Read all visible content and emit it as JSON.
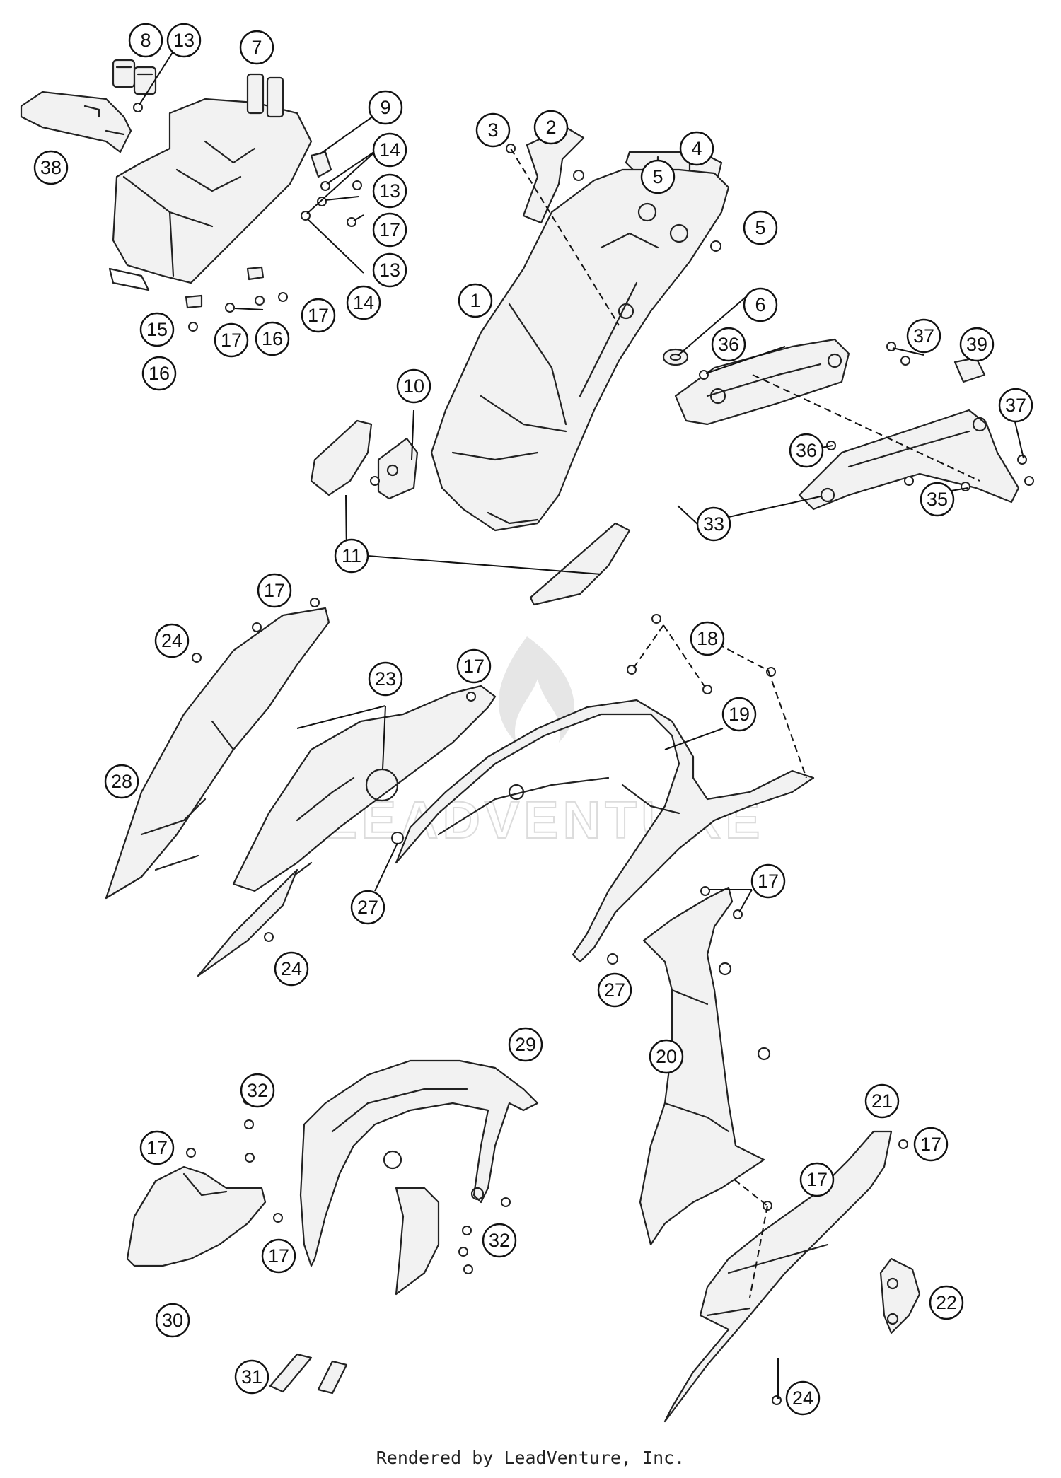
{
  "footer": {
    "text": "Rendered by LeadVenture, Inc."
  },
  "watermark": {
    "text": "LEADVENTURE"
  },
  "callouts": [
    {
      "label": "8"
    },
    {
      "label": "13"
    },
    {
      "label": "7"
    },
    {
      "label": "9"
    },
    {
      "label": "14"
    },
    {
      "label": "13"
    },
    {
      "label": "17"
    },
    {
      "label": "13"
    },
    {
      "label": "14"
    },
    {
      "label": "38"
    },
    {
      "label": "15"
    },
    {
      "label": "16"
    },
    {
      "label": "17"
    },
    {
      "label": "16"
    },
    {
      "label": "17"
    },
    {
      "label": "3"
    },
    {
      "label": "2"
    },
    {
      "label": "4"
    },
    {
      "label": "5"
    },
    {
      "label": "5"
    },
    {
      "label": "1"
    },
    {
      "label": "6"
    },
    {
      "label": "36"
    },
    {
      "label": "37"
    },
    {
      "label": "39"
    },
    {
      "label": "10"
    },
    {
      "label": "11"
    },
    {
      "label": "36"
    },
    {
      "label": "37"
    },
    {
      "label": "35"
    },
    {
      "label": "33"
    },
    {
      "label": "17"
    },
    {
      "label": "24"
    },
    {
      "label": "28"
    },
    {
      "label": "23"
    },
    {
      "label": "17"
    },
    {
      "label": "18"
    },
    {
      "label": "19"
    },
    {
      "label": "27"
    },
    {
      "label": "24"
    },
    {
      "label": "27"
    },
    {
      "label": "17"
    },
    {
      "label": "29"
    },
    {
      "label": "20"
    },
    {
      "label": "32"
    },
    {
      "label": "17"
    },
    {
      "label": "17"
    },
    {
      "label": "21"
    },
    {
      "label": "17"
    },
    {
      "label": "17"
    },
    {
      "label": "32"
    },
    {
      "label": "30"
    },
    {
      "label": "22"
    },
    {
      "label": "31"
    },
    {
      "label": "24"
    }
  ]
}
